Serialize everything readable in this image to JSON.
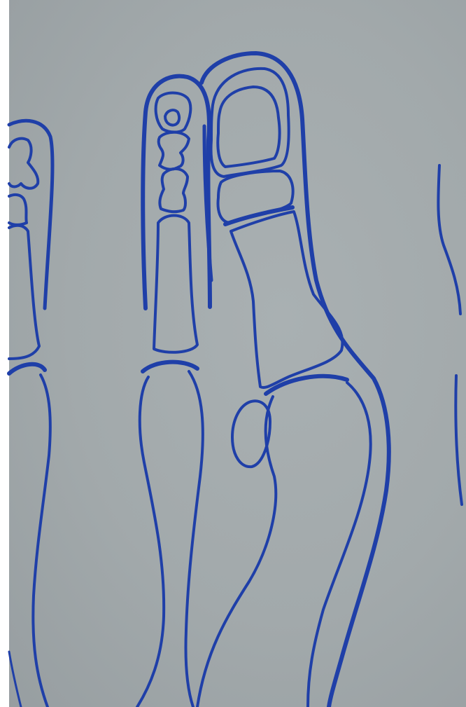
{
  "figure": {
    "kind": "anatomical line drawing",
    "colors": {
      "background": "#a3aaac",
      "line": "#1f3fa8"
    },
    "structures": [
      {
        "id": "second-toe",
        "type": "toe outline"
      },
      {
        "id": "hallux",
        "type": "toe outline"
      },
      {
        "id": "sesamoid",
        "type": "bone"
      },
      {
        "id": "first-metatarsal",
        "type": "bone"
      },
      {
        "id": "second-metatarsal",
        "type": "bone"
      },
      {
        "id": "third-metatarsal",
        "type": "bone"
      }
    ]
  }
}
